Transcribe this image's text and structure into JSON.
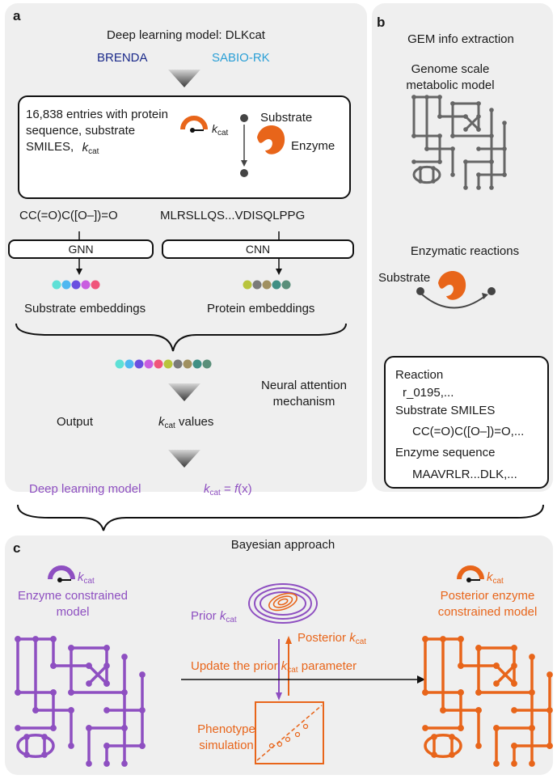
{
  "panel_a": {
    "label": "a",
    "title": "Deep learning model: DLKcat",
    "db_brenda": "BRENDA",
    "db_sabio": "SABIO-RK",
    "entries_text": "16,838 entries with protein sequence, substrate SMILES,",
    "k": "k",
    "cat": "cat",
    "substrate": "Substrate",
    "enzyme": "Enzyme",
    "smiles_example": "CC(=O)C([O–])=O",
    "protein_example": "MLRSLLQS...VDISQLPPG",
    "gnn": "GNN",
    "cnn": "CNN",
    "substrate_embeddings": "Substrate embeddings",
    "protein_embeddings": "Protein embeddings",
    "attention": "Neural attention mechanism",
    "output": "Output",
    "values": "values",
    "dl_model": "Deep learning model",
    "eq_lhs": "= ",
    "eq_f": "f",
    "eq_x": "(x)",
    "colors_substrate": [
      "#5ee0d6",
      "#4fb8f0",
      "#6a4fe0",
      "#c95ee0",
      "#f0557a"
    ],
    "colors_protein": [
      "#b8c43c",
      "#7a7a7a",
      "#a09060",
      "#3f8f84",
      "#5a8f7a"
    ]
  },
  "panel_b": {
    "label": "b",
    "title": "GEM info extraction",
    "gem": "Genome scale metabolic model",
    "enzymatic": "Enzymatic reactions",
    "substrate": "Substrate",
    "reaction": "Reaction",
    "reaction_id": "r_0195,...",
    "substrate_smiles": "Substrate SMILES",
    "smiles_value": "CC(=O)C([O–])=O,...",
    "enzyme_sequence": "Enzyme sequence",
    "sequence_value": "MAAVRLR...DLK,..."
  },
  "panel_c": {
    "label": "c",
    "title": "Bayesian approach",
    "k": "k",
    "cat": "cat",
    "ec_model": "Enzyme constrained model",
    "prior": "Prior",
    "posterior": "Posterior",
    "update_pre": "Update the prior",
    "update_post": "parameter",
    "phenotype": "Phenotype simulation",
    "posterior_model": "Posterior enzyme constrained model"
  },
  "colors": {
    "purple": "#8e4fc1",
    "orange": "#e8651a",
    "navy": "#1b2a8a",
    "sky": "#2a9fd6",
    "gray": "#666666"
  }
}
